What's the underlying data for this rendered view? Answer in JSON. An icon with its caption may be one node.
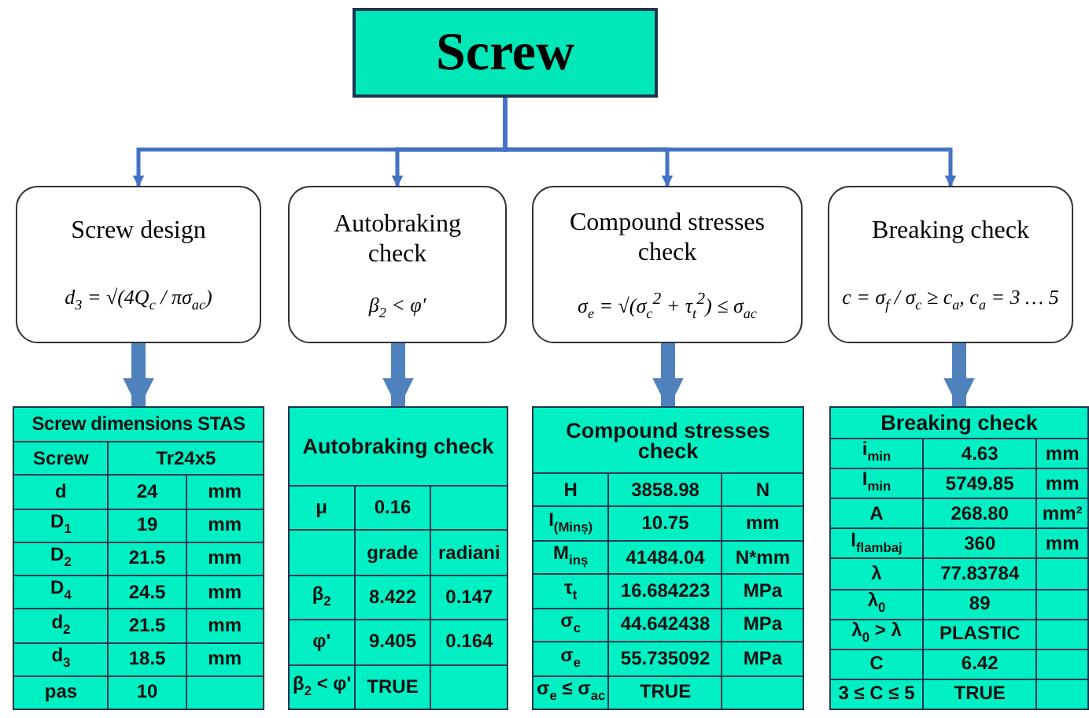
{
  "diagram": {
    "nodes": [
      {
        "text": [
          "Screw"
        ]
      },
      {
        "text": [
          "Screw design",
          "d$_{3}$ = √(4Q$_{c}$ / πσ$_{ac}$)"
        ]
      },
      {
        "text": [
          "Autobraking check",
          "β$_{2}$ < φ′"
        ]
      },
      {
        "text": [
          "Compound stresses check",
          "σ$_{e}$ = √(σ$_{c}$$^{2}$ + τ$_{t}$$^{2}$) ≤ σ$_{ac}$"
        ]
      },
      {
        "text": [
          "Breaking check",
          "c = σ$_{f}$ / σ$_{c}$ ≥ c$_{a}$, c$_{a}$ = 3 … 5"
        ]
      },
      {
        "text": [
          "Screw dimensions STAS",
          "Screw",
          "Tr24x5",
          "d",
          "24",
          "mm",
          "D$_{1}$",
          "19",
          "mm",
          "D$_{2}$",
          "21.5",
          "mm",
          "D$_{4}$",
          "24.5",
          "mm",
          "d$_{2}$",
          "21.5",
          "mm",
          "d$_{3}$",
          "18.5",
          "mm",
          "pas",
          "10"
        ]
      },
      {
        "text": [
          "Autobraking check",
          "μ",
          "0.16",
          "grade",
          "radiani",
          "β$_{2}$",
          "8.422",
          "0.147",
          "φ'",
          "9.405",
          "0.164",
          "β$_{2}$ < φ'",
          "TRUE"
        ]
      },
      {
        "text": [
          "Compound stresses check",
          "H",
          "3858.98",
          "N",
          "I$_{(Minș)}$",
          "10.75",
          "mm",
          "M$_{inș}$",
          "41484.04",
          "N*mm",
          "τ$_{t}$",
          "16.684223",
          "MPa",
          "σ$_{c}$",
          "44.642438",
          "MPa",
          "σ$_{e}$",
          "55.735092",
          "MPa",
          "σ$_{e}$ ≤ σ$_{ac}$",
          "TRUE"
        ]
      },
      {
        "text": [
          "Breaking check",
          "i$_{min}$",
          "4.63",
          "mm",
          "I$_{min}$",
          "5749.85",
          "mm",
          "A",
          "268.80",
          "mm²",
          "l$_{flambaj}$",
          "360",
          "mm",
          "λ",
          "77.83784",
          "λ$_{0}$",
          "89",
          "λ$_{0}$ > λ",
          "PLASTIC",
          "C",
          "6.42",
          "3 ≤  C ≤  5",
          "TRUE"
        ]
      }
    ],
    "edges": [
      {
        "from": 0,
        "to": 1,
        "arrow": "to"
      },
      {
        "from": 0,
        "to": 2,
        "arrow": "to"
      },
      {
        "from": 0,
        "to": 3,
        "arrow": "to"
      },
      {
        "from": 0,
        "to": 4,
        "arrow": "to"
      },
      {
        "from": 1,
        "to": 5,
        "arrow": "to",
        "style": "thick"
      },
      {
        "from": 2,
        "to": 6,
        "arrow": "to",
        "style": "thick"
      },
      {
        "from": 3,
        "to": 7,
        "arrow": "to",
        "style": "thick"
      },
      {
        "from": 4,
        "to": 8,
        "arrow": "to",
        "style": "thick"
      }
    ]
  }
}
